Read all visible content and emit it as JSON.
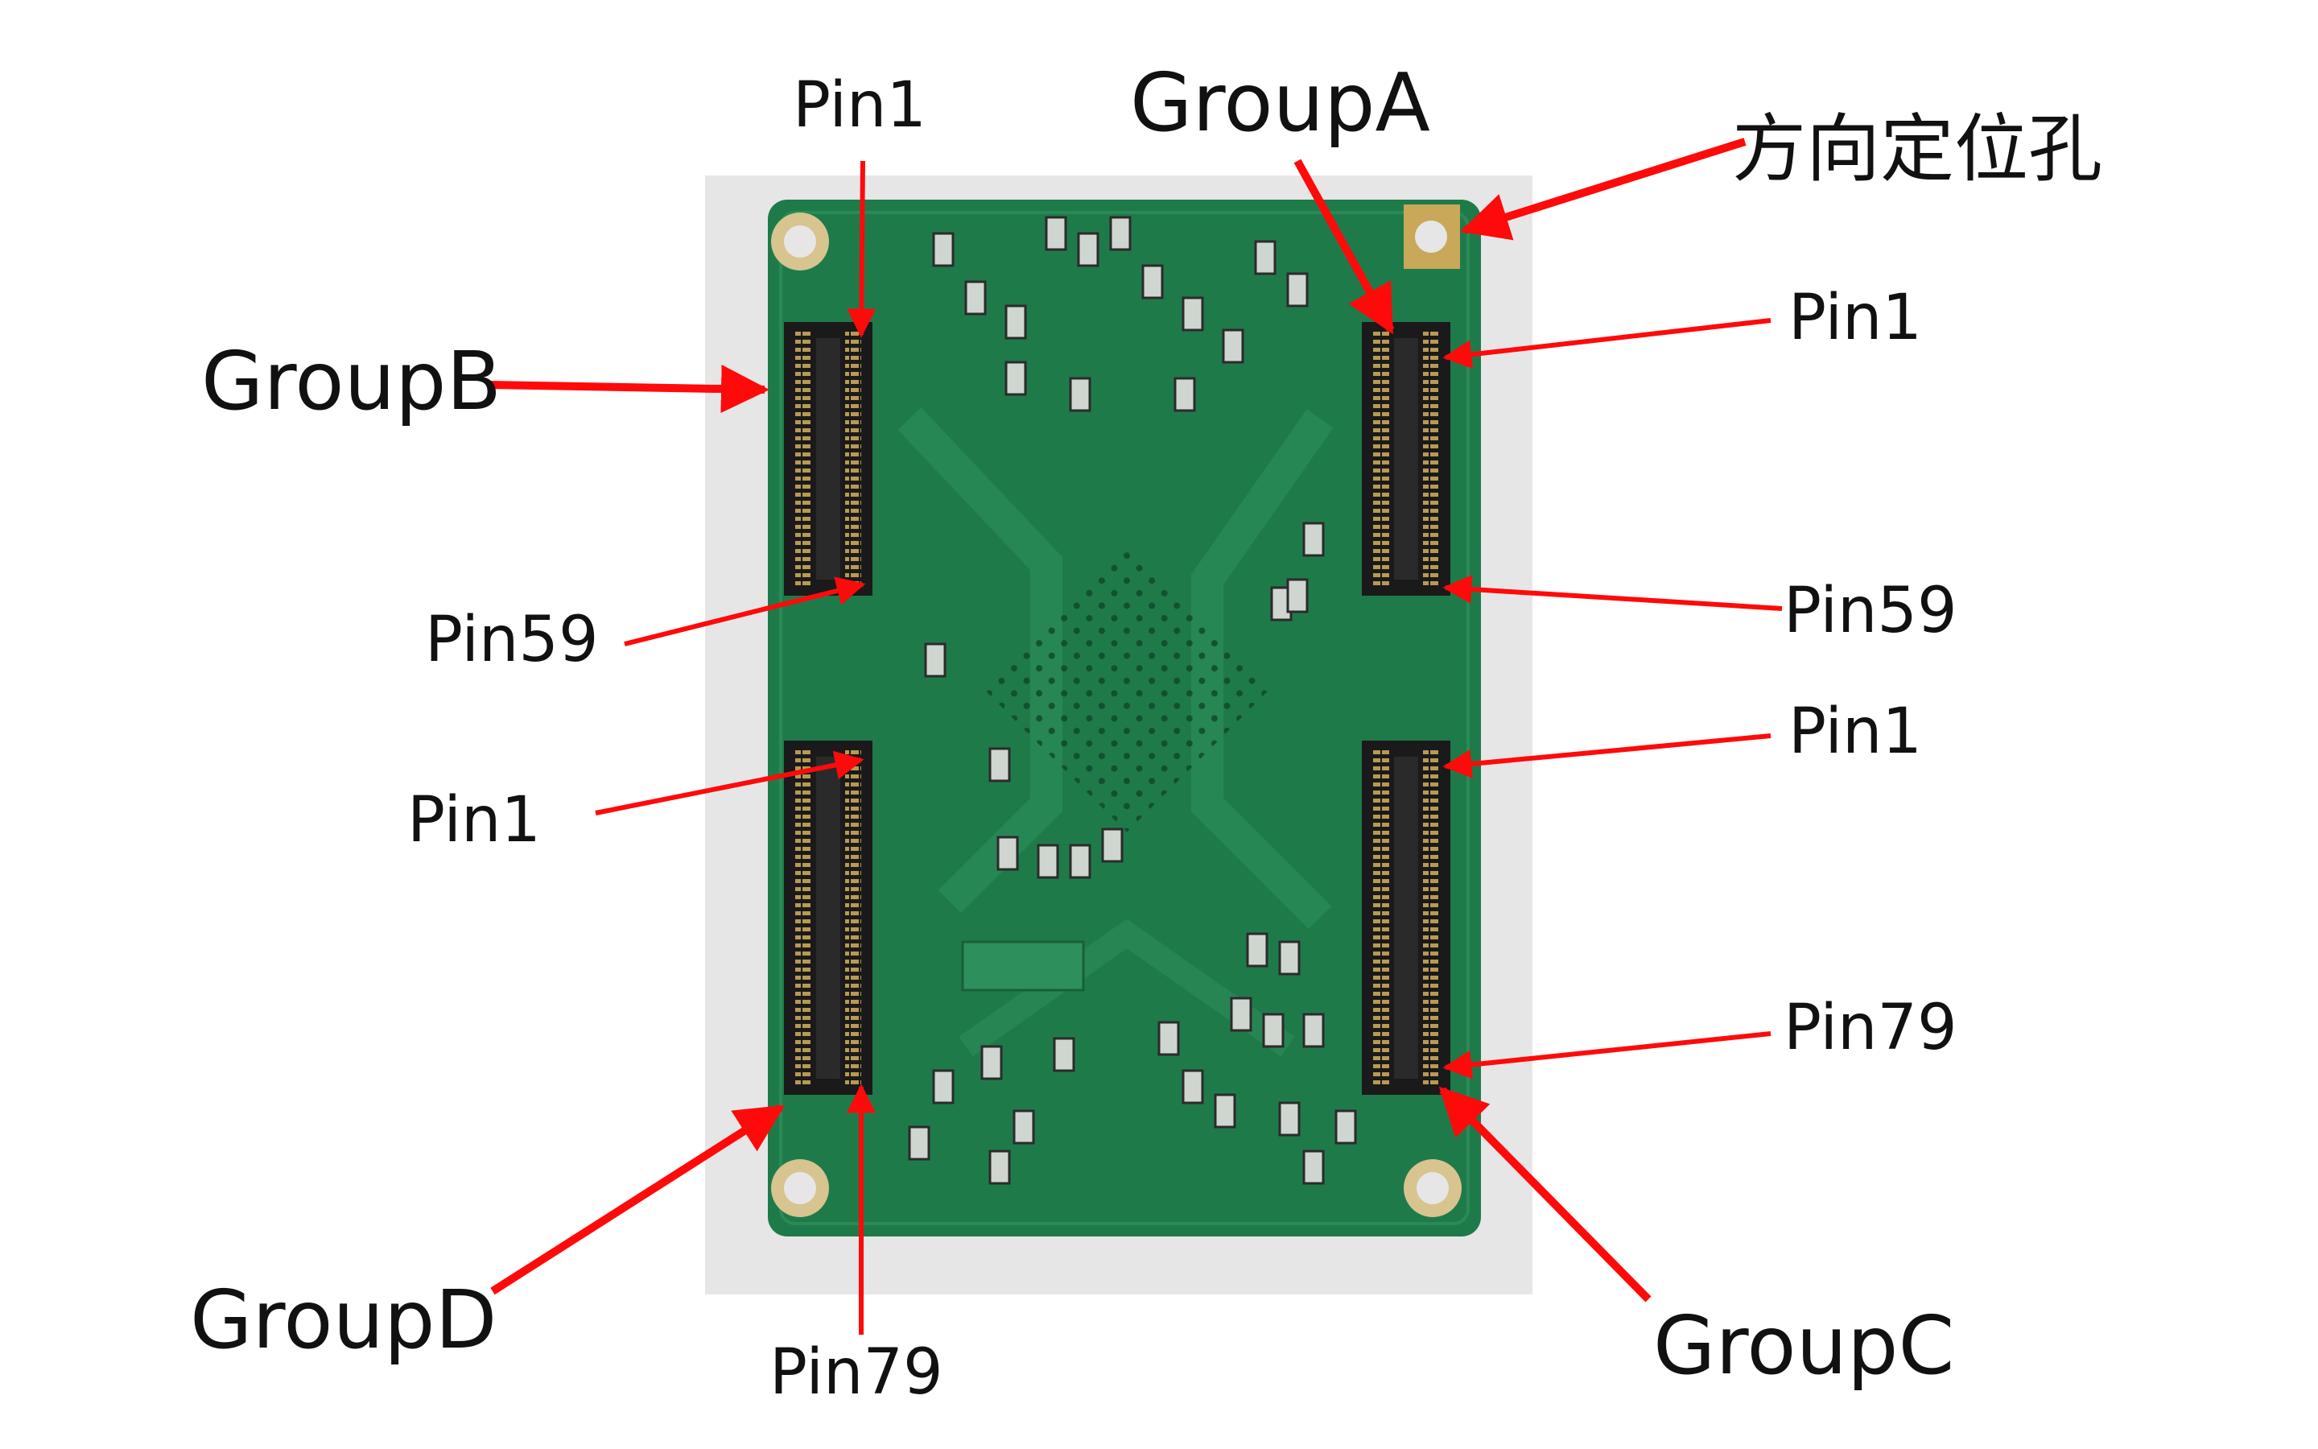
{
  "labels": {
    "groupA": "GroupA",
    "groupB": "GroupB",
    "groupC": "GroupC",
    "groupD": "GroupD",
    "alignment_hole": "方向定位孔",
    "b_pin1": "Pin1",
    "b_pin59": "Pin59",
    "d_pin1": "Pin1",
    "d_pin79": "Pin79",
    "a_pin1": "Pin1",
    "a_pin59": "Pin59",
    "c_pin1": "Pin1",
    "c_pin79": "Pin79"
  },
  "colors": {
    "pcb_green": "#1f7a4a",
    "pcb_green_dark": "#16603a",
    "arrow_red": "#ff0a0a",
    "connector": "#1a1a1a",
    "pad_gold": "#c9a85a",
    "photo_bg": "#e6e6e6"
  }
}
